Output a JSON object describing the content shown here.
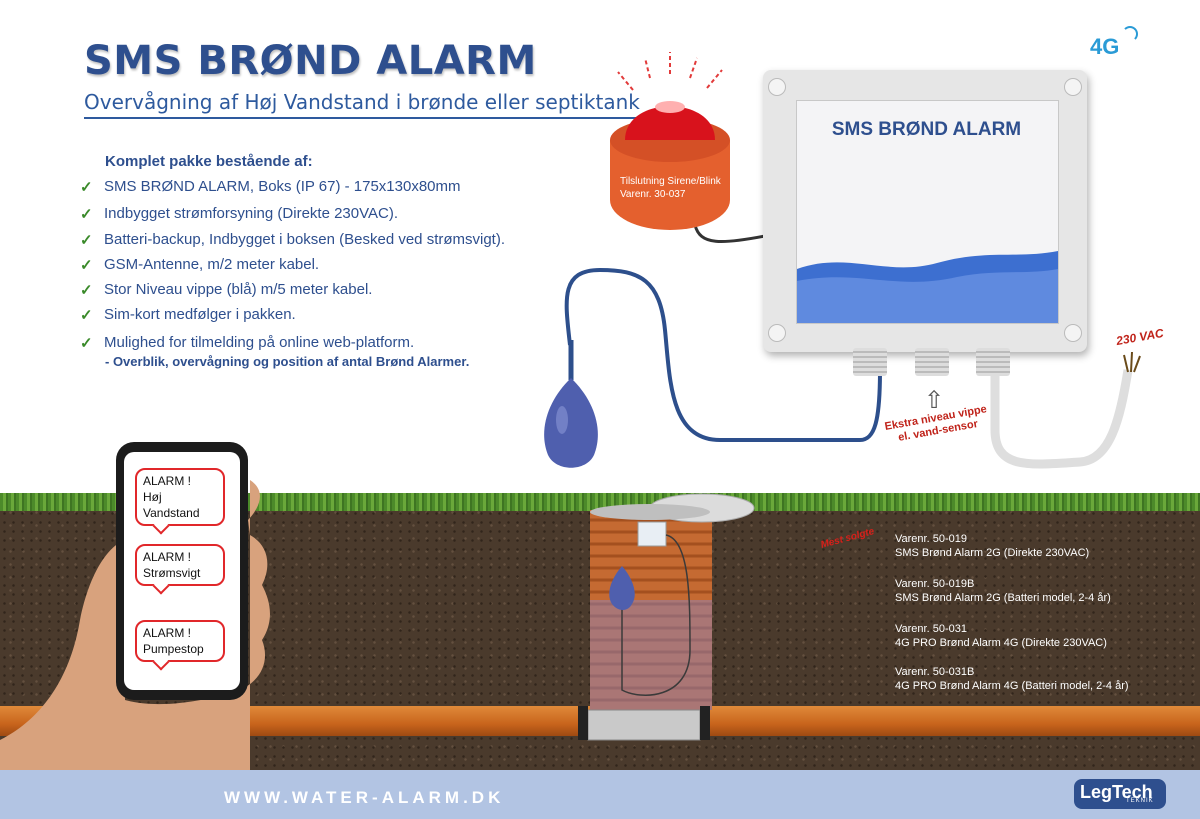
{
  "header": {
    "title": "SMS BRØND ALARM",
    "subtitle": "Overvågning af Høj Vandstand i brønde eller septiktank",
    "badge": "4G"
  },
  "package": {
    "heading": "Komplet pakke bestående af:",
    "items": [
      "SMS BRØND ALARM,  Boks (IP 67) - 175x130x80mm",
      "Indbygget strømforsyning (Direkte 230VAC).",
      "Batteri-backup, Indbygget i boksen (Besked ved strømsvigt).",
      "GSM-Antenne, m/2 meter kabel.",
      "Stor Niveau vippe (blå) m/5 meter kabel.",
      "Sim-kort medfølger i pakken.",
      "Mulighed for tilmelding på online web-platform."
    ],
    "sub_note": "- Overblik, overvågning og position af antal Brønd Alarmer."
  },
  "device": {
    "box_label": "SMS BRØND ALARM",
    "siren_label_1": "Tilslutning Sirene/Blink",
    "siren_label_2": "Varenr. 30-037",
    "voltage_label": "230 VAC",
    "extra_sensor_label": "Ekstra niveau vippe el. vand-sensor"
  },
  "phone": {
    "messages": [
      {
        "line1": "ALARM !",
        "line2": "Høj Vandstand"
      },
      {
        "line1": "ALARM !",
        "line2": "Strømsvigt"
      },
      {
        "line1": "ALARM !",
        "line2": "Pumpestop"
      }
    ]
  },
  "products": {
    "annotation": "Mest solgte",
    "items": [
      {
        "sku": "Varenr. 50-019",
        "name": "SMS Brønd Alarm 2G (Direkte 230VAC)"
      },
      {
        "sku": "Varenr. 50-019B",
        "name": "SMS Brønd Alarm 2G (Batteri model, 2-4 år)"
      },
      {
        "sku": "Varenr. 50-031",
        "name": "4G PRO Brønd Alarm 4G (Direkte 230VAC)"
      },
      {
        "sku": "Varenr. 50-031B",
        "name": "4G PRO Brønd Alarm 4G (Batteri model, 2-4 år)"
      }
    ]
  },
  "footer": {
    "url": "WWW.WATER-ALARM.DK",
    "logo": "LegTech",
    "logo_sub": "TEKNIK"
  },
  "colors": {
    "title_blue": "#2e4f8e",
    "check_green": "#3a8a2a",
    "alert_red": "#e1272a",
    "footer_bg": "#b2c4e3"
  }
}
